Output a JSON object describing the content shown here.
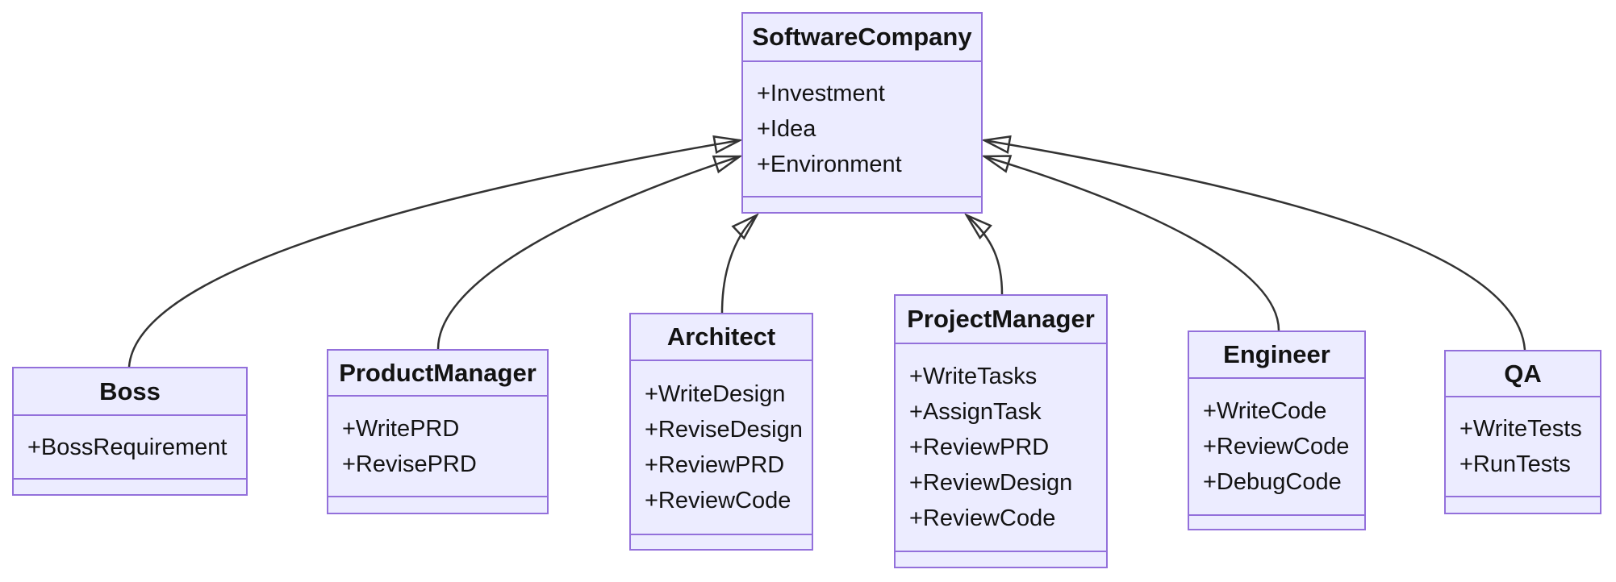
{
  "colors": {
    "node_fill": "#ECECFF",
    "node_border": "#9370DB",
    "edge_line": "#333333",
    "arrowhead_fill": "#ECECFF",
    "text": "#131313",
    "background": "#FFFFFF"
  },
  "classes": [
    {
      "name": "SoftwareCompany",
      "attributes": [
        "+Investment",
        "+Idea",
        "+Environment"
      ]
    },
    {
      "name": "Boss",
      "attributes": [
        "+BossRequirement"
      ]
    },
    {
      "name": "ProductManager",
      "attributes": [
        "+WritePRD",
        "+RevisePRD"
      ]
    },
    {
      "name": "Architect",
      "attributes": [
        "+WriteDesign",
        "+ReviseDesign",
        "+ReviewPRD",
        "+ReviewCode"
      ]
    },
    {
      "name": "ProjectManager",
      "attributes": [
        "+WriteTasks",
        "+AssignTask",
        "+ReviewPRD",
        "+ReviewDesign",
        "+ReviewCode"
      ]
    },
    {
      "name": "Engineer",
      "attributes": [
        "+WriteCode",
        "+ReviewCode",
        "+DebugCode"
      ]
    },
    {
      "name": "QA",
      "attributes": [
        "+WriteTests",
        "+RunTests"
      ]
    }
  ],
  "edges": [
    {
      "from": "Boss",
      "to": "SoftwareCompany",
      "relation": "inheritance"
    },
    {
      "from": "ProductManager",
      "to": "SoftwareCompany",
      "relation": "inheritance"
    },
    {
      "from": "Architect",
      "to": "SoftwareCompany",
      "relation": "inheritance"
    },
    {
      "from": "ProjectManager",
      "to": "SoftwareCompany",
      "relation": "inheritance"
    },
    {
      "from": "Engineer",
      "to": "SoftwareCompany",
      "relation": "inheritance"
    },
    {
      "from": "QA",
      "to": "SoftwareCompany",
      "relation": "inheritance"
    }
  ]
}
